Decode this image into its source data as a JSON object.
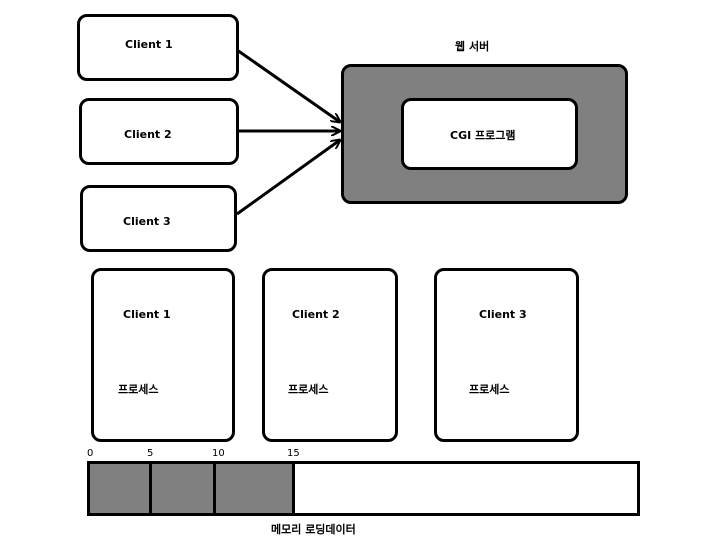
{
  "clients": [
    {
      "label": "Client 1"
    },
    {
      "label": "Client 2"
    },
    {
      "label": "Client 3"
    }
  ],
  "web_server": {
    "title": "웹 서버",
    "program_label": "CGI 프로그램"
  },
  "processes": [
    {
      "client": "Client 1",
      "label": "프로세스"
    },
    {
      "client": "Client 2",
      "label": "프로세스"
    },
    {
      "client": "Client 3",
      "label": "프로세스"
    }
  ],
  "memory": {
    "ticks": [
      "0",
      "5",
      "10",
      "15"
    ],
    "caption": "메모리 로딩데이터"
  },
  "colors": {
    "fill_gray": "#808080",
    "stroke": "#000000"
  }
}
